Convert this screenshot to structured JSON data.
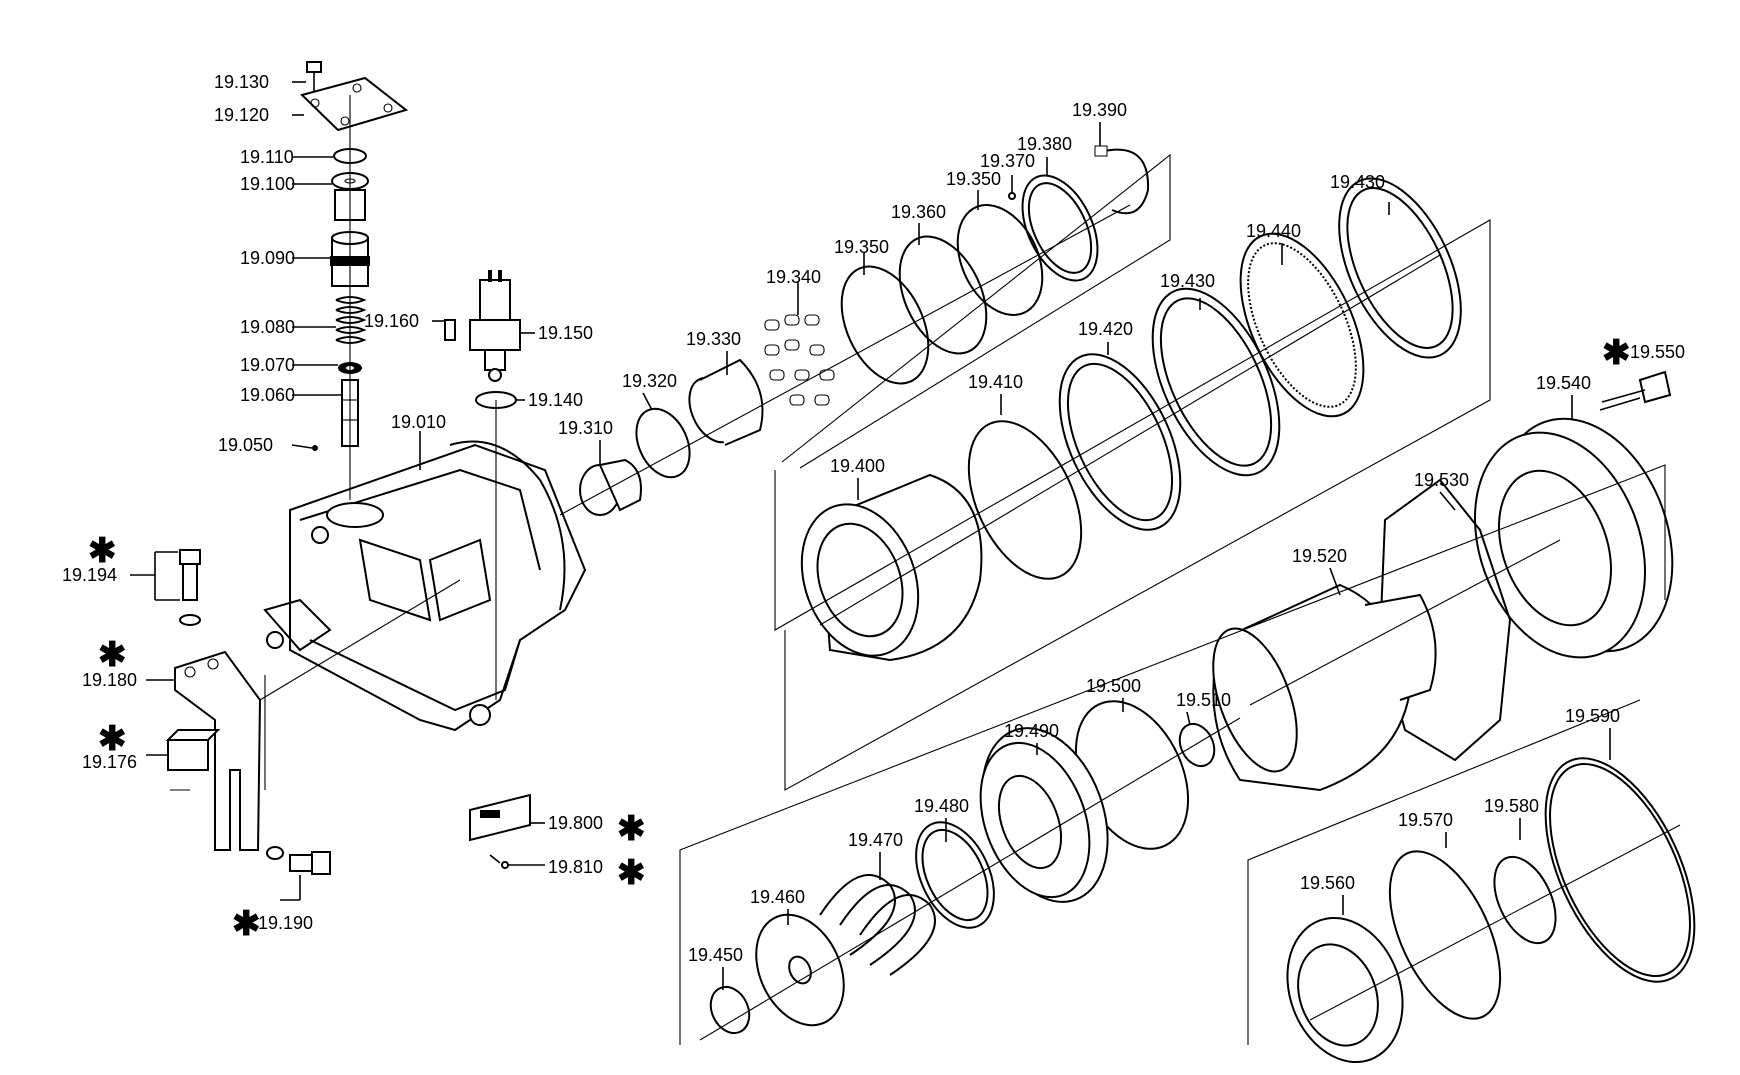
{
  "diagram": {
    "callouts": {
      "p19130": "19.130",
      "p19120": "19.120",
      "p19110": "19.110",
      "p19100": "19.100",
      "p19090": "19.090",
      "p19080": "19.080",
      "p19070": "19.070",
      "p19060": "19.060",
      "p19050": "19.050",
      "p19010": "19.010",
      "p19194": "19.194",
      "p19180": "19.180",
      "p19176": "19.176",
      "p19190": "19.190",
      "p19160": "19.160",
      "p19150": "19.150",
      "p19140": "19.140",
      "p19800": "19.800",
      "p19810": "19.810",
      "p19310": "19.310",
      "p19320": "19.320",
      "p19330": "19.330",
      "p19340": "19.340",
      "p19350a": "19.350",
      "p19360": "19.360",
      "p19350b": "19.350",
      "p19370": "19.370",
      "p19380": "19.380",
      "p19390": "19.390",
      "p19400": "19.400",
      "p19410": "19.410",
      "p19420": "19.420",
      "p19430a": "19.430",
      "p19440": "19.440",
      "p19430b": "19.430",
      "p19550": "19.550",
      "p19540": "19.540",
      "p19530": "19.530",
      "p19520": "19.520",
      "p19510": "19.510",
      "p19500": "19.500",
      "p19490": "19.490",
      "p19480": "19.480",
      "p19470": "19.470",
      "p19460": "19.460",
      "p19450": "19.450",
      "p19590": "19.590",
      "p19580": "19.580",
      "p19570": "19.570",
      "p19560": "19.560"
    },
    "marker": "✱"
  }
}
